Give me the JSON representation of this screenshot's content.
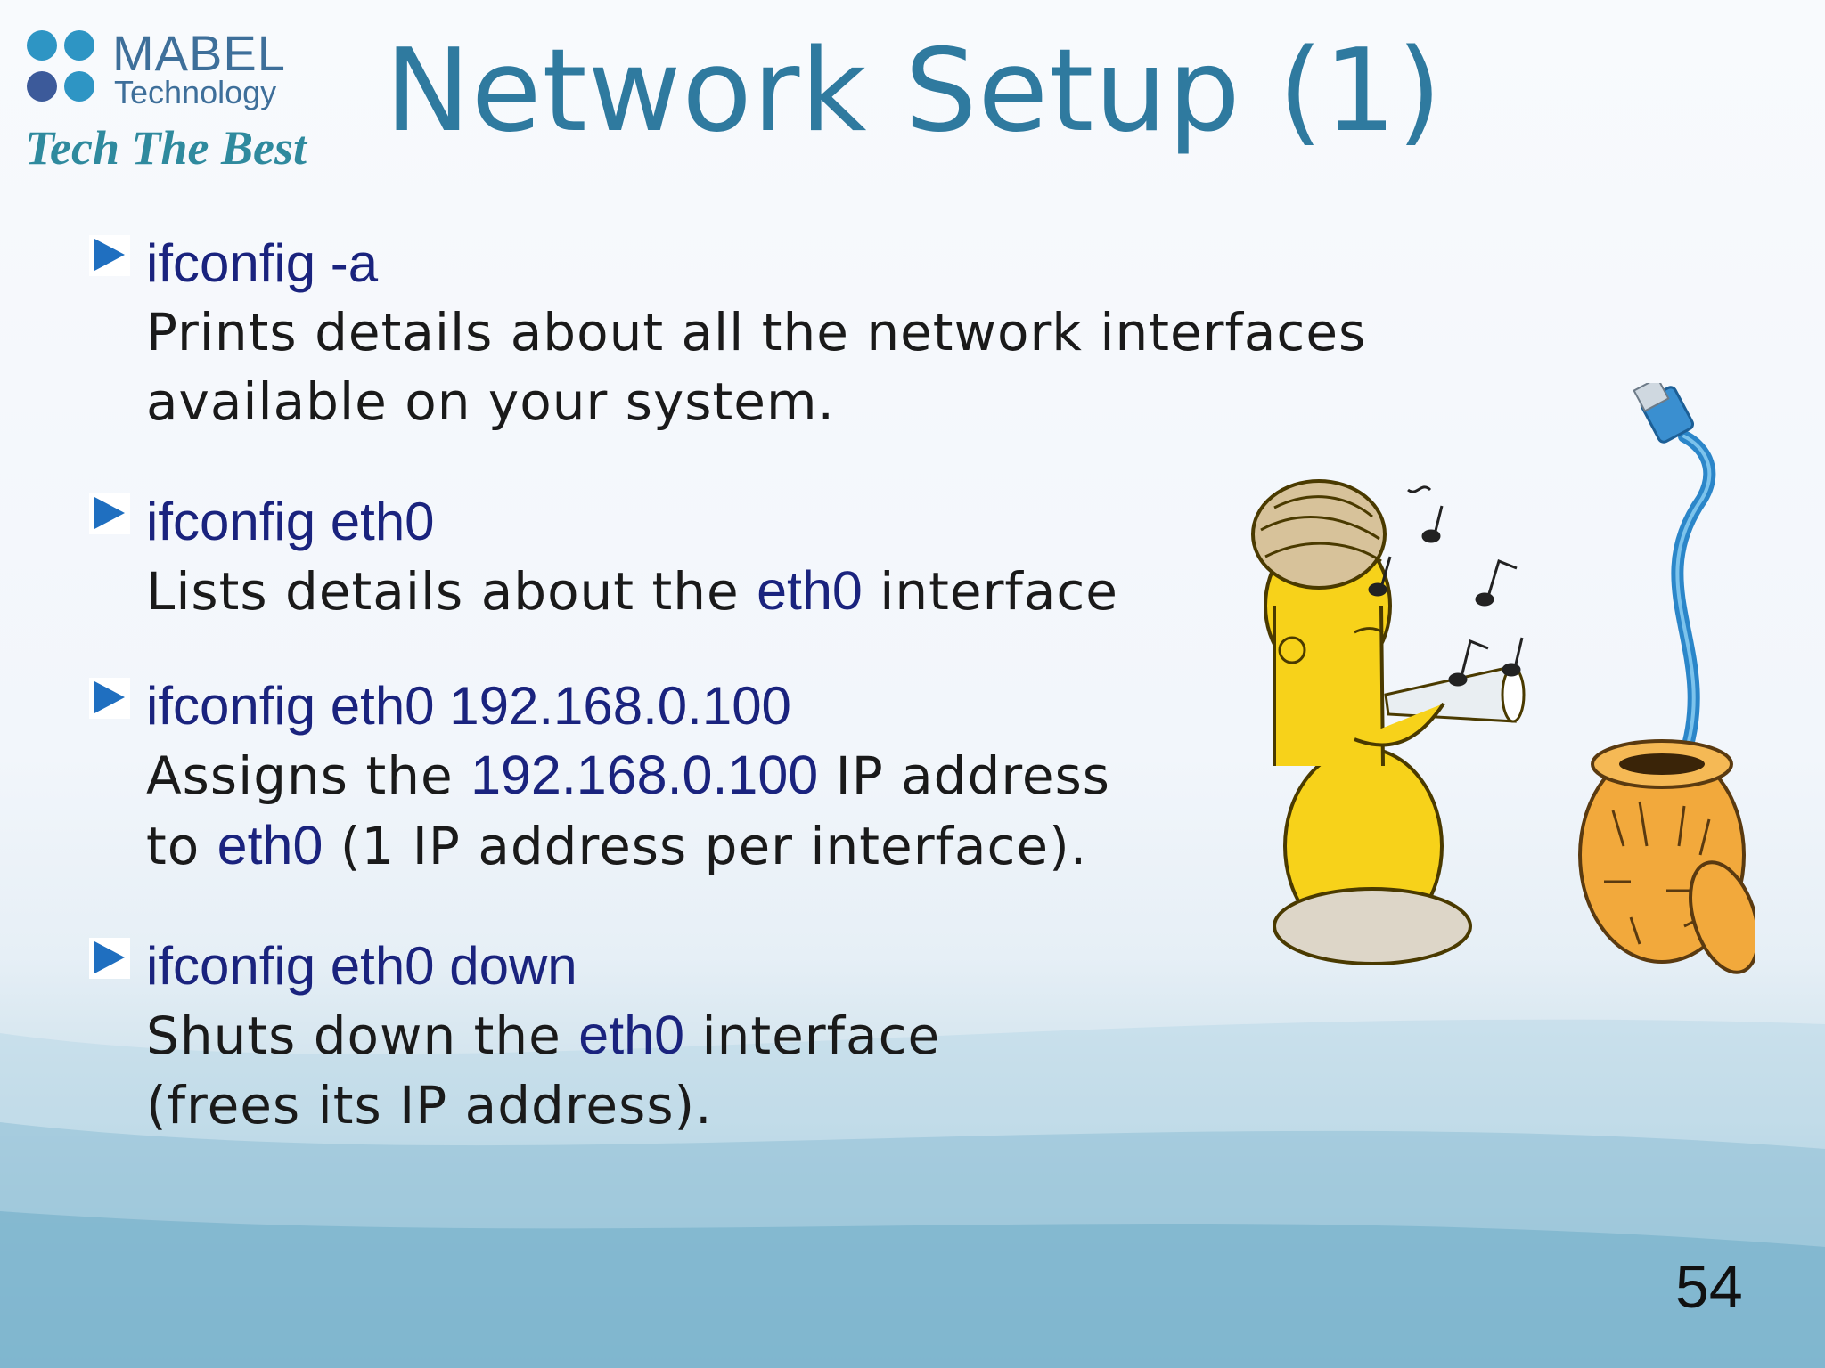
{
  "logo": {
    "name": "MABEL",
    "sub": "Technology",
    "tagline": "Tech The Best",
    "dot_colors": [
      "#2e95c4",
      "#2e95c4",
      "#3c5a9a",
      "#2e95c4"
    ]
  },
  "slide": {
    "title": "Network Setup (1)",
    "page_number": "54",
    "bullet_color": "#1f6fc0",
    "items": [
      {
        "command": "ifconfig -a",
        "desc": [
          {
            "text": "Prints details about all the network interfaces\navailable on your system.",
            "hl": false
          }
        ]
      },
      {
        "command": "ifconfig eth0",
        "desc": [
          {
            "text": "Lists details about the ",
            "hl": false
          },
          {
            "text": "eth0",
            "hl": true
          },
          {
            "text": " interface",
            "hl": false
          }
        ]
      },
      {
        "command": "ifconfig eth0 192.168.0.100",
        "desc": [
          {
            "text": "Assigns the ",
            "hl": false
          },
          {
            "text": "192.168.0.100",
            "hl": true
          },
          {
            "text": " IP address\nto ",
            "hl": false
          },
          {
            "text": "eth0",
            "hl": true
          },
          {
            "text": " (1 IP address per interface).",
            "hl": false
          }
        ]
      },
      {
        "command": "ifconfig eth0 down",
        "desc": [
          {
            "text": "Shuts down the ",
            "hl": false
          },
          {
            "text": "eth0",
            "hl": true
          },
          {
            "text": " interface\n(frees its IP address).",
            "hl": false
          }
        ]
      }
    ]
  }
}
